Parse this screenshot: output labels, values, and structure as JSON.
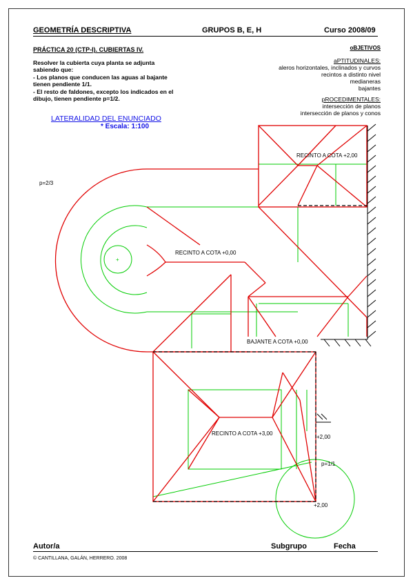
{
  "header": {
    "left": "GEOMETRÍA DESCRIPTIVA",
    "center": "GRUPOS B, E, H",
    "right": "Curso 2008/09"
  },
  "practice": {
    "title": "PRÁCTICA 20 (CTP-I). CUBIERTAS IV.",
    "statement": [
      "Resolver la cubierta cuya planta se adjunta",
      "sabiendo que:",
      "- Los planos que conducen las aguas al bajante",
      "tienen pendiente 1/1.",
      "- El resto de faldones, excepto los indicados en el",
      "dibujo, tienen pendiente p=1/2."
    ]
  },
  "objectives": {
    "title": "oBJETIVOS",
    "aptitudinal_title": "aPTITUDINALES:",
    "aptitudinal_items": [
      "aleros horizontales, inclinados y curvos",
      "recintos a distinto nivel",
      "medianeras",
      "bajantes"
    ],
    "procedural_title": "pROCEDIMENTALES:",
    "procedural_items": [
      "intersección de planos",
      "intersección de planos y conos"
    ]
  },
  "link": {
    "text": "LATERALIDAD DEL ENUNCIADO"
  },
  "scale": {
    "text": "* Escala: 1:100"
  },
  "drawing": {
    "labels": {
      "p_left": "p=2/3",
      "recinto_top": "RECINTO A COTA +2,00",
      "recinto_mid": "RECINTO A COTA +0,00",
      "bajante": "BAJANTE A  COTA +0,00",
      "recinto_bottom": "RECINTO A COTA +3,00",
      "level_right": "+2,00",
      "p_right": "p=1/1",
      "level_circle": "+2,00"
    },
    "colors": {
      "outline": "#e00000",
      "ridge": "#00cc00",
      "dashed": "#000000"
    }
  },
  "footer": {
    "author": "Autor/a",
    "subgroup": "Subgrupo",
    "date": "Fecha",
    "copyright": "© CANTILLANA, GALÁN, HERRERO.  2008"
  }
}
